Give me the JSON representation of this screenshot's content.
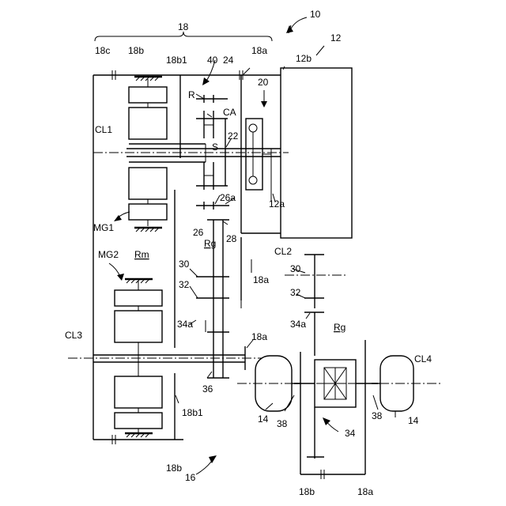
{
  "labels": {
    "n10": "10",
    "n12": "12",
    "n12a": "12a",
    "n12b": "12b",
    "n14_left": "14",
    "n14_right": "14",
    "n16": "16",
    "n18": "18",
    "n18a_top": "18a",
    "n18a_mid": "18a",
    "n18a_lower": "18a",
    "n18a_bottom": "18a",
    "n18b_top": "18b",
    "n18b_bottom": "18b",
    "n18b_lower": "18b",
    "n18b1_top": "18b1",
    "n18b1_lower": "18b1",
    "n18c": "18c",
    "n20": "20",
    "n22": "22",
    "n24": "24",
    "n26": "26",
    "n26a": "26a",
    "n28": "28",
    "n30_left": "30",
    "n30_right": "30",
    "n32_left": "32",
    "n32_right": "32",
    "n34": "34",
    "n34a_left": "34a",
    "n34a_right": "34a",
    "n36": "36",
    "n38_left": "38",
    "n38_right": "38",
    "n40": "40",
    "R": "R",
    "CA": "CA",
    "S": "S",
    "MG1": "MG1",
    "MG2": "MG2",
    "Rm": "Rm",
    "Rg_upper": "Rg",
    "Rg_lower": "Rg",
    "CL1": "CL1",
    "CL2": "CL2",
    "CL3": "CL3",
    "CL4": "CL4"
  }
}
